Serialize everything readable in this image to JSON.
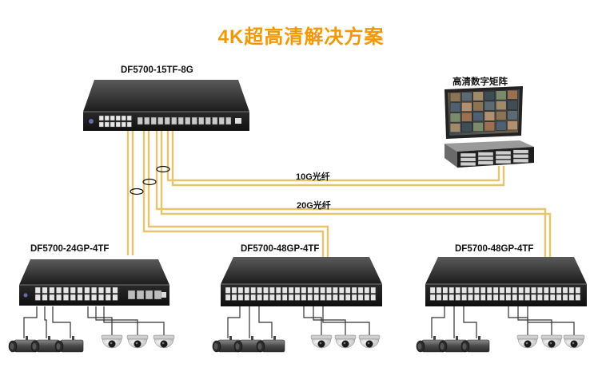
{
  "title": "4K超高清解决方案",
  "colors": {
    "title": "#f39800",
    "fiber": "#e8c46a",
    "copper": "#333333"
  },
  "core_switch": {
    "model": "DF5700-15TF-8G"
  },
  "matrix": {
    "label": "高清数字矩阵"
  },
  "links": [
    {
      "label": "10G光纤"
    },
    {
      "label": "20G光纤"
    }
  ],
  "access_switches": [
    {
      "model": "DF5700-24GP-4TF"
    },
    {
      "model": "DF5700-48GP-4TF"
    },
    {
      "model": "DF5700-48GP-4TF"
    }
  ]
}
